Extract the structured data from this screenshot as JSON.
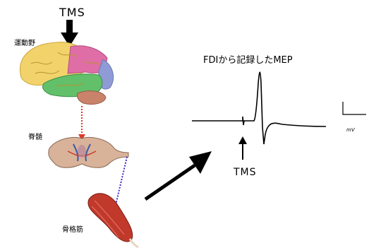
{
  "labels": {
    "tms_top": "TMS",
    "motor_cortex": "運動野",
    "spinal_cord": "脊髄",
    "muscle": "骨格筋",
    "mep_title": "FDIから記録したMEP",
    "tms_bottom": "TMS",
    "scale": "mV"
  },
  "colors": {
    "frontal_lobe": "#f2d36b",
    "parietal_lobe": "#e06ea6",
    "temporal_lobe": "#62c06a",
    "occipital_lobe": "#8f9bd6",
    "cerebellum": "#c9836a",
    "descending_path_1": "#e03a2a",
    "descending_path_2": "#3a2ac8",
    "muscle": "#c0392b"
  }
}
